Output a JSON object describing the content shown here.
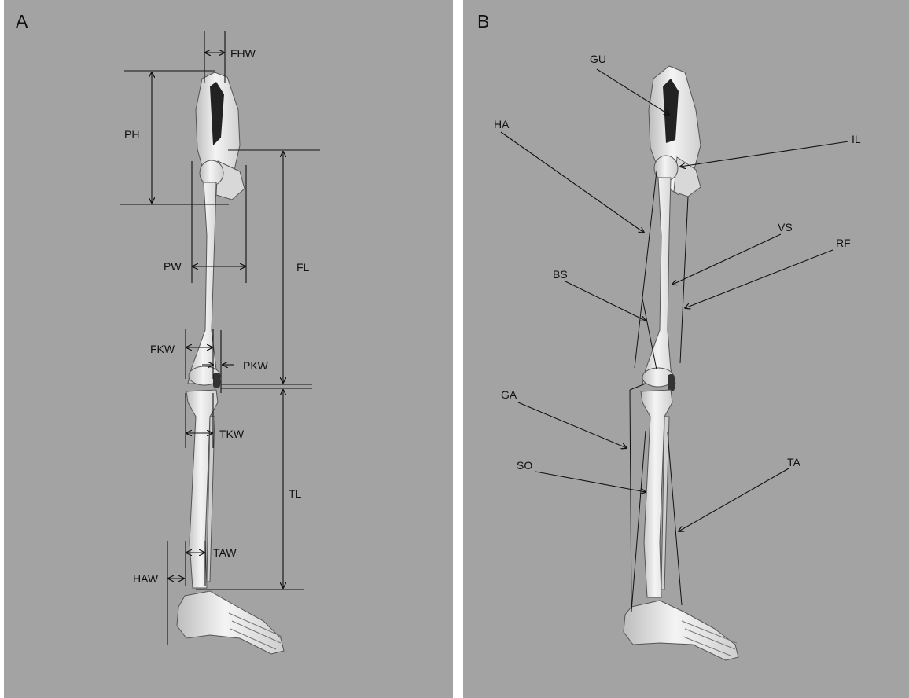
{
  "panel_a": {
    "letter": "A",
    "labels": {
      "fhw": "FHW",
      "ph": "PH",
      "fl": "FL",
      "pw": "PW",
      "fkw": "FKW",
      "pkw": "PKW",
      "tkw": "TKW",
      "tl": "TL",
      "taw": "TAW",
      "haw": "HAW"
    }
  },
  "panel_b": {
    "letter": "B",
    "labels": {
      "gu": "GU",
      "ha": "HA",
      "il": "IL",
      "vs": "VS",
      "rf": "RF",
      "bs": "BS",
      "ga": "GA",
      "so": "SO",
      "ta": "TA"
    }
  },
  "colors": {
    "background": "#a3a3a3",
    "bone": "#ececec",
    "bone_shade": "#9a9a9a",
    "lines": "#111111"
  }
}
